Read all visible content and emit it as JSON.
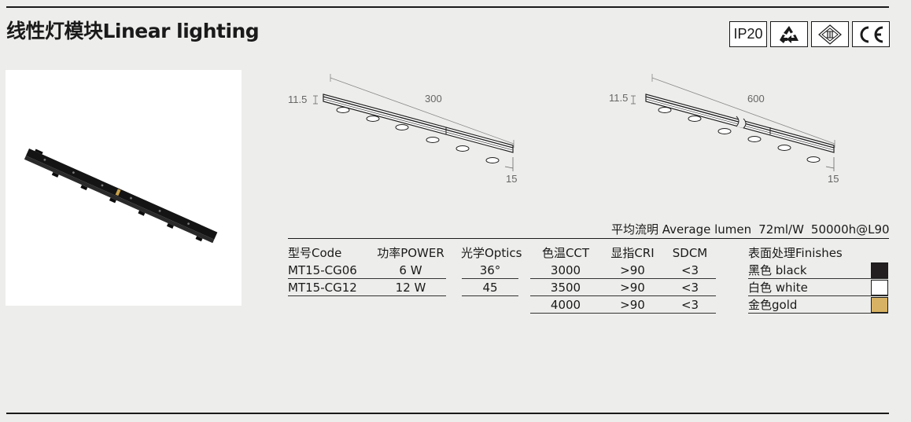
{
  "title": "线性灯模块Linear lighting",
  "certifications": {
    "ip": "IP20",
    "recycle_icon": "recycle-icon",
    "class_icon": "class-iii-icon",
    "ce": "CE"
  },
  "drawing_300": {
    "height": "11.5",
    "length": "300",
    "width": "15"
  },
  "drawing_600": {
    "height": "11.5",
    "length": "600",
    "width": "15"
  },
  "lumen": {
    "label": "平均流明 Average lumen",
    "efficacy": "72ml/W",
    "life": "50000h@L90"
  },
  "specs": {
    "model": {
      "header": "型号Code",
      "rows": [
        "MT15-CG06",
        "MT15-CG12"
      ]
    },
    "power": {
      "header": "功率POWER",
      "rows": [
        "6 W",
        "12 W"
      ]
    },
    "optics": {
      "header": "光学Optics",
      "rows": [
        "36°",
        "45"
      ]
    },
    "cct": {
      "header": "色温CCT",
      "rows": [
        "3000",
        "3500",
        "4000"
      ]
    },
    "cri": {
      "header": "显指CRI",
      "rows": [
        ">90",
        ">90",
        ">90"
      ]
    },
    "sdcm": {
      "header": "SDCM",
      "rows": [
        "<3",
        "<3",
        "<3"
      ]
    },
    "finishes": {
      "header": "表面处理Finishes",
      "rows": [
        {
          "label": "黑色 black",
          "color": "#231f20"
        },
        {
          "label": "白色 white",
          "color": "#ffffff"
        },
        {
          "label": "金色gold",
          "color": "#d8b264"
        }
      ]
    }
  }
}
